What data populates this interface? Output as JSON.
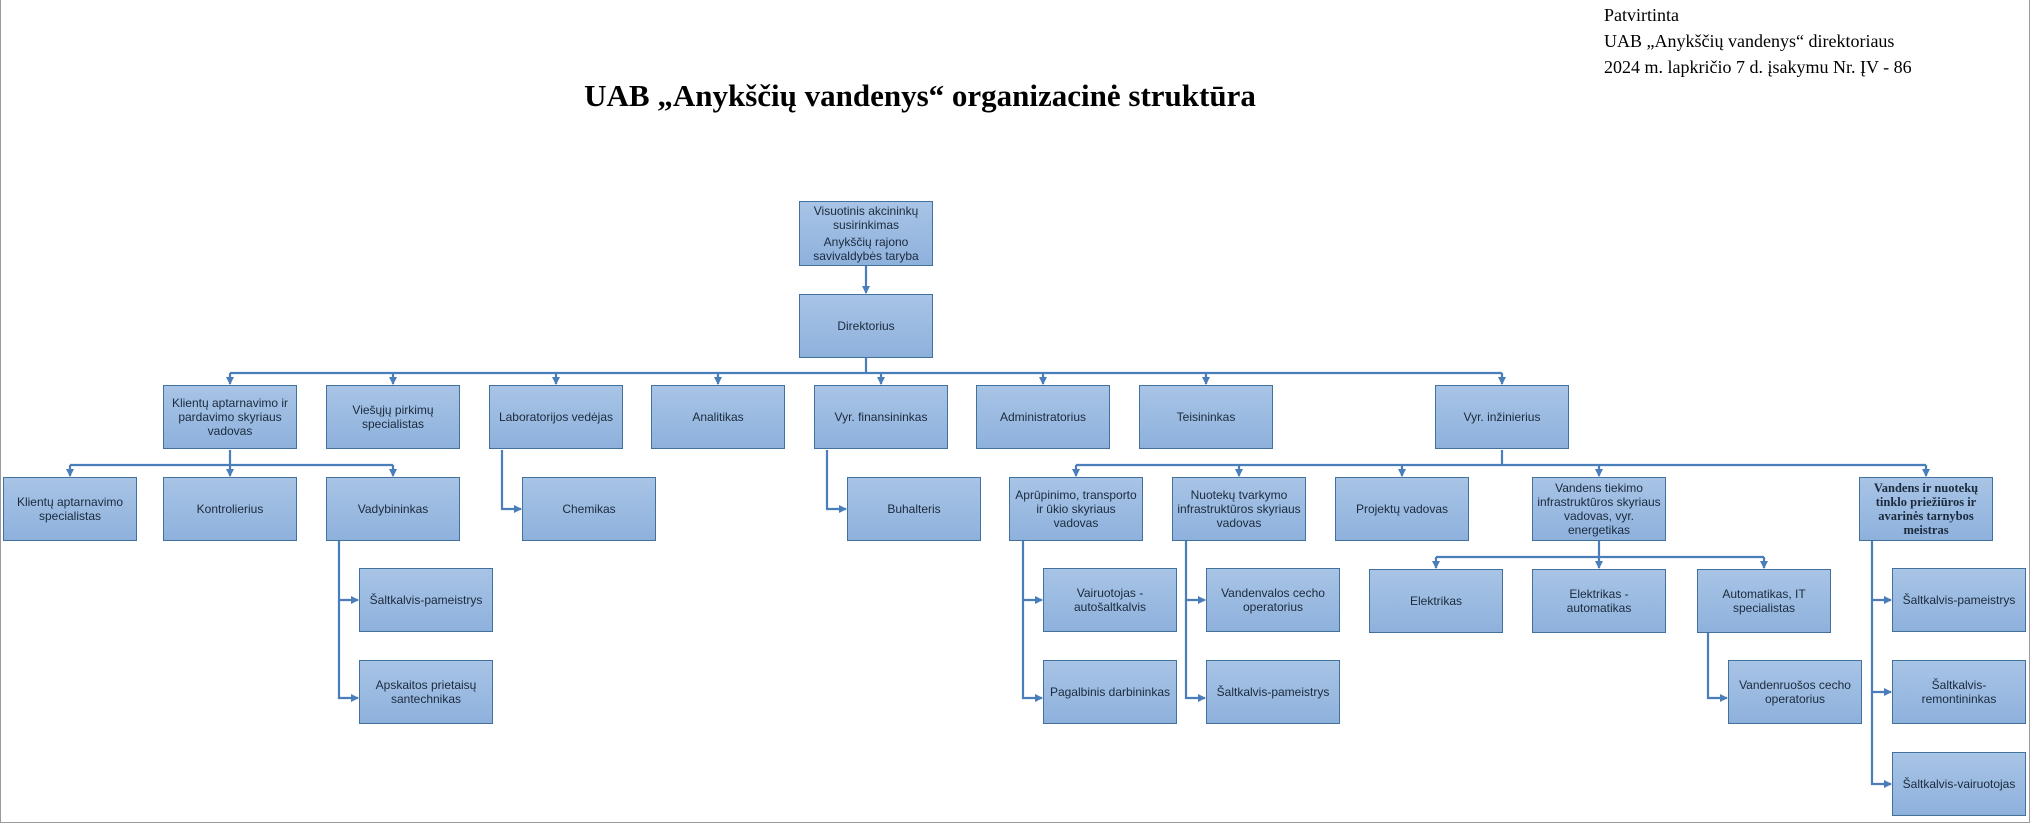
{
  "approval": {
    "line1": "Patvirtinta",
    "line2": "UAB „Anykščių vandenys“ direktoriaus",
    "line3": "2024 m. lapkričio 7 d. įsakymu Nr. ĮV - 86"
  },
  "title": "UAB „Anykščių vandenys“ organizacinė struktūra",
  "colors": {
    "box_fill": "#9dbbe2",
    "box_border": "#41719c",
    "line": "#4a7ebb"
  },
  "nodes": {
    "root_line1": "Visuotinis akcininkų susirinkimas",
    "root_line2": "Anykščių rajono savivaldybės taryba",
    "director": "Direktorius",
    "client_head": "Klientų aptarnavimo ir pardavimo skyriaus vadovas",
    "procurement": "Viešųjų pirkimų specialistas",
    "lab_head": "Laboratorijos vedėjas",
    "analyst": "Analitikas",
    "chief_finance": "Vyr. finansininkas",
    "administrator": "Administratorius",
    "lawyer": "Teisininkas",
    "chief_engineer": "Vyr. inžinierius",
    "client_specialist": "Klientų aptarnavimo specialistas",
    "controller": "Kontrolierius",
    "manager": "Vadybininkas",
    "mgr_locksmith": "Šaltkalvis-pameistrys",
    "mgr_plumber": "Apskaitos prietaisų santechnikas",
    "chemist": "Chemikas",
    "accountant": "Buhalteris",
    "supply_head": "Aprūpinimo, transporto ir ūkio skyriaus vadovas",
    "supply_driver": "Vairuotojas - autošaltkalvis",
    "supply_helper": "Pagalbinis darbininkas",
    "sewage_head": "Nuotekų tvarkymo infrastruktūros skyriaus vadovas",
    "sewage_operator": "Vandenvalos cecho operatorius",
    "sewage_locksmith": "Šaltkalvis-pameistrys",
    "project_manager": "Projektų vadovas",
    "water_head": "Vandens tiekimo infrastruktūros skyriaus vadovas, vyr. energetikas",
    "electrician": "Elektrikas",
    "electrician_auto": "Elektrikas - automatikas",
    "automation_it": "Automatikas,  IT specialistas",
    "water_operator": "Vandenruošos cecho operatorius",
    "network_master": "Vandens ir nuotekų tinklo priežiūros ir avarinės tarnybos meistras",
    "net_locksmith": "Šaltkalvis-pameistrys",
    "net_repair": "Šaltkalvis-remontininkas",
    "net_driver": "Šaltkalvis-vairuotojas"
  }
}
